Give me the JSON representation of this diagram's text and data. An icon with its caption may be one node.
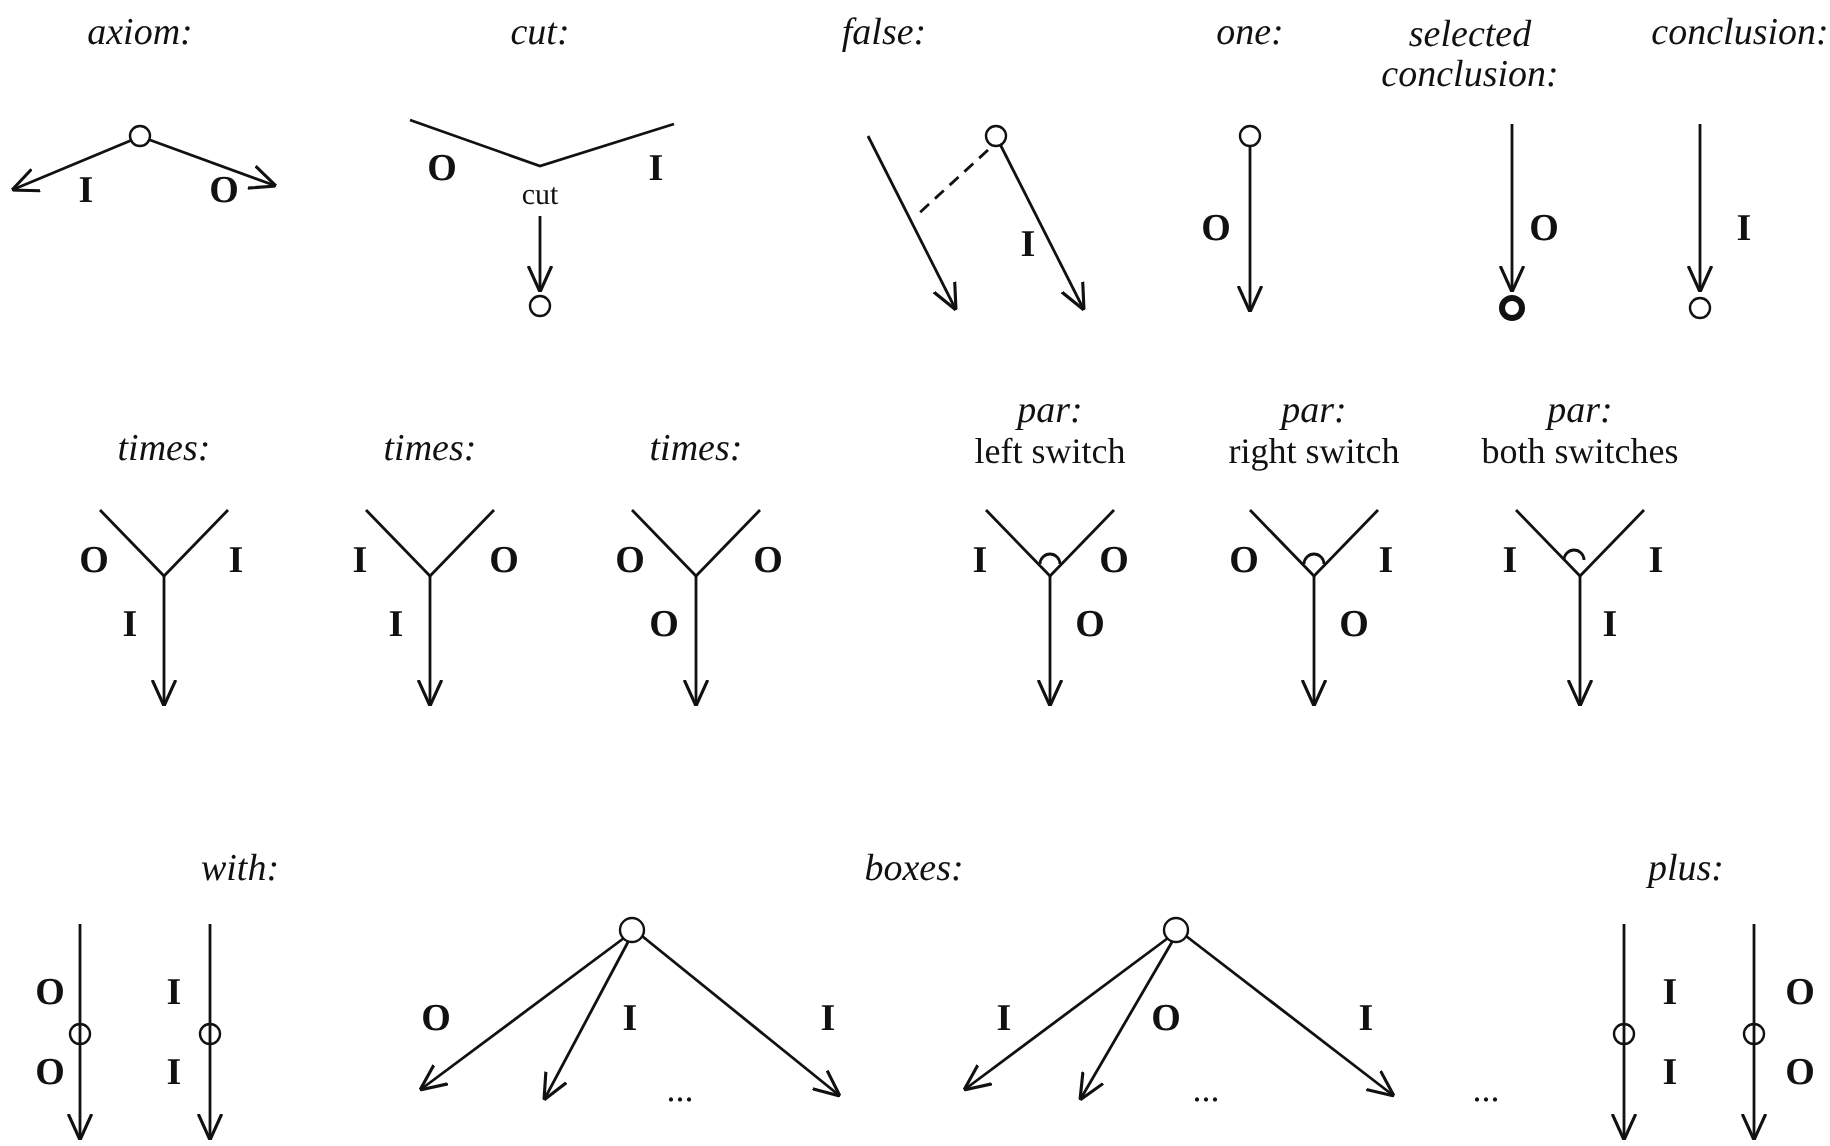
{
  "diagram": {
    "labels": [
      "axiom:",
      "I",
      "O",
      "cut:",
      "O",
      "I",
      "cut",
      "false:",
      "I",
      "one:",
      "O",
      "selected conclusion:",
      "O",
      "conclusion:",
      "I",
      "times:",
      "O",
      "I",
      "I",
      "times:",
      "I",
      "O",
      "I",
      "times:",
      "O",
      "O",
      "O",
      "par:",
      "left switch",
      "I",
      "O",
      "O",
      "par:",
      "right switch",
      "O",
      "I",
      "O",
      "par:",
      "both switches",
      "I",
      "I",
      "I",
      "with:",
      "O",
      "O",
      "I",
      "I",
      "boxes:",
      "O",
      "I",
      "I",
      "...",
      "I",
      "O",
      "I",
      "...",
      "...",
      "plus:",
      "I",
      "I",
      "O",
      "O"
    ]
  }
}
